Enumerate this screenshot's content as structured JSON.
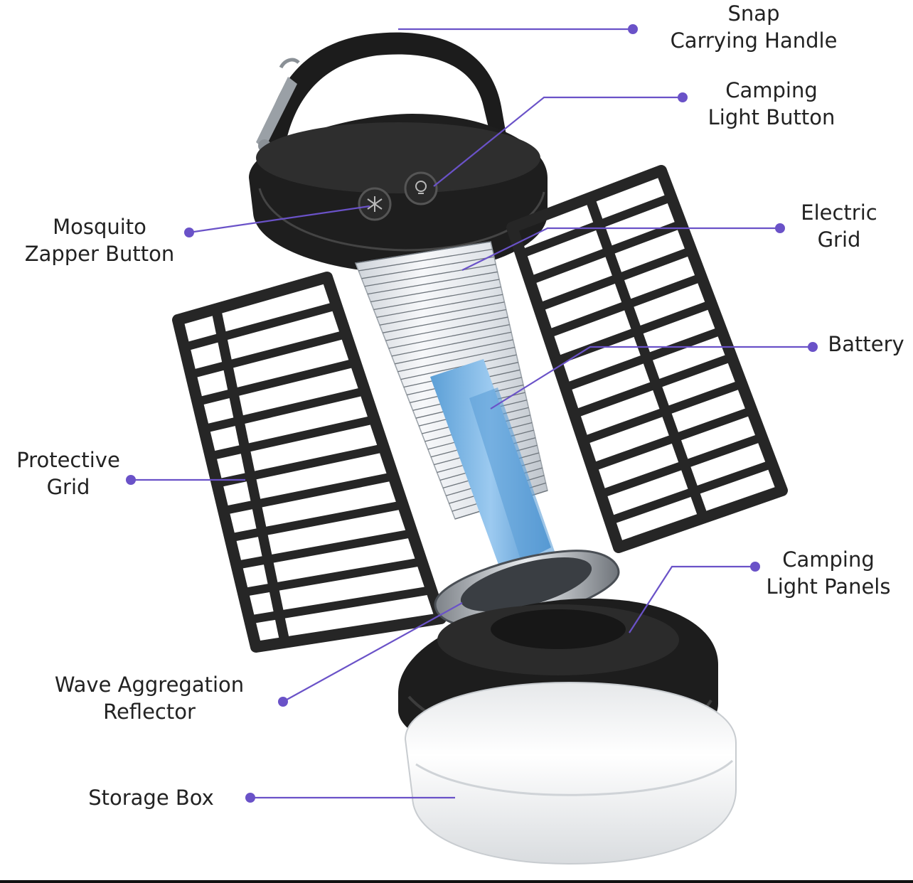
{
  "colors": {
    "leader": "#6a52c8",
    "body_dark": "#1f1f1f",
    "battery_blue": "#6fb0e0",
    "tube": "#e9ecef",
    "diffuser": "#f2f2f2"
  },
  "labels": {
    "snap_handle": [
      "Snap",
      "Carrying Handle"
    ],
    "camping_light_button": [
      "Camping",
      "Light Button"
    ],
    "mosquito_zapper_button": [
      "Mosquito",
      "Zapper Button"
    ],
    "electric_grid": [
      "Electric",
      "Grid"
    ],
    "battery": [
      "Battery"
    ],
    "protective_grid": [
      "Protective",
      "Grid"
    ],
    "camping_light_panels": [
      "Camping",
      "Light Panels"
    ],
    "wave_aggregation_reflector": [
      "Wave Aggregation",
      "Reflector"
    ],
    "storage_box": [
      "Storage Box"
    ]
  },
  "icons": {
    "zapper": "mosquito-icon",
    "light": "bulb-icon"
  }
}
